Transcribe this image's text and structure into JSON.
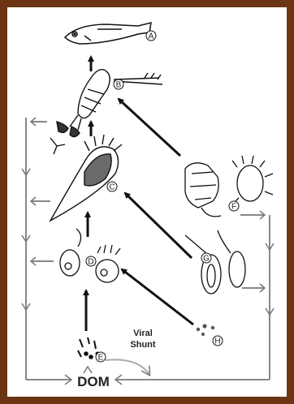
{
  "diagram": {
    "organisms": [
      {
        "id": "A",
        "letter": "A"
      },
      {
        "id": "B",
        "letter": "B"
      },
      {
        "id": "C",
        "letter": "C"
      },
      {
        "id": "D",
        "letter": "D"
      },
      {
        "id": "E",
        "letter": "E"
      },
      {
        "id": "F",
        "letter": "F"
      },
      {
        "id": "G",
        "letter": "G"
      },
      {
        "id": "H",
        "letter": "H"
      }
    ],
    "viral_shunt_line1": "Viral",
    "viral_shunt_line2": "Shunt",
    "pool_label": "DOM"
  },
  "colors": {
    "frame": "#6b3515",
    "background": "#ffffff",
    "ink": "#111111",
    "outline_arrows": "#8a8a8a",
    "cell_fill": "#6a6a6a"
  }
}
